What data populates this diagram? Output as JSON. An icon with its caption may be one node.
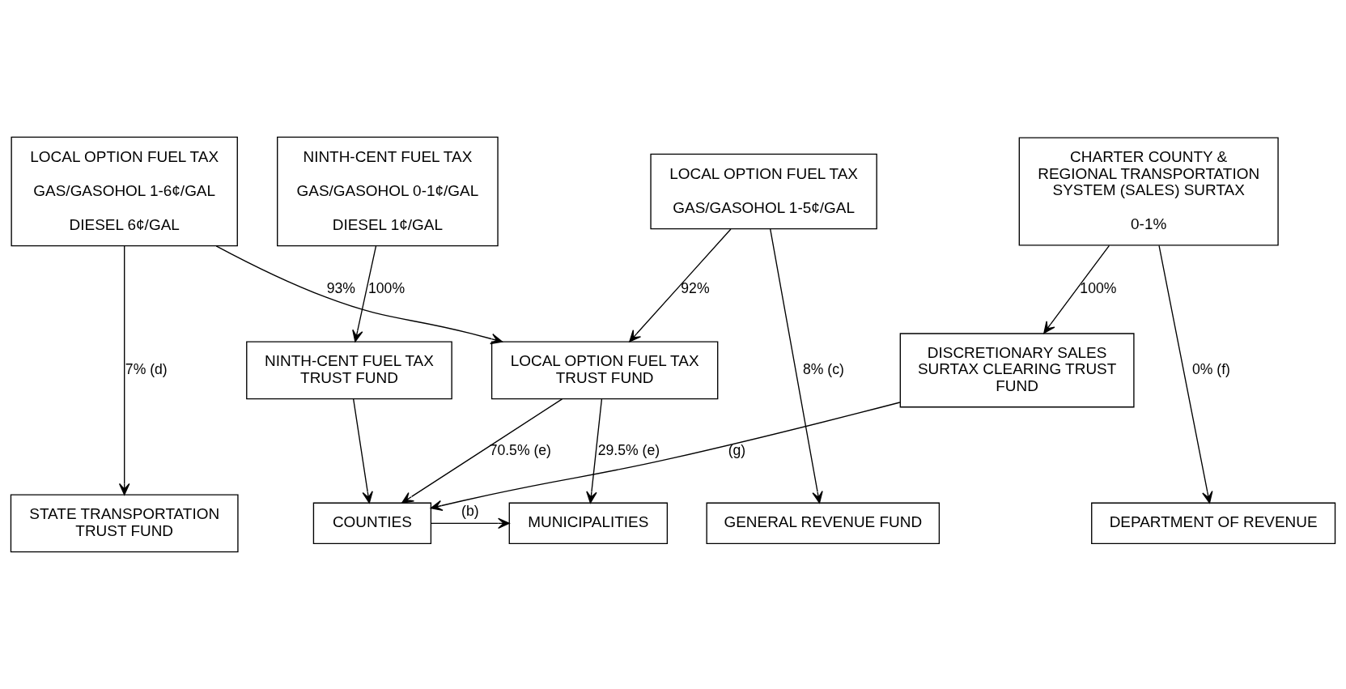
{
  "diagram": {
    "nodes": [
      {
        "text": [
          "NINTH-CENT FUEL TAX",
          "GAS/GASOHOL 0-1¢/GAL",
          "DIESEL 1¢/GAL"
        ]
      },
      {
        "text": [
          "LOCAL OPTION FUEL TAX",
          "GAS/GASOHOL 1-6¢/GAL",
          "DIESEL 6¢/GAL"
        ]
      },
      {
        "text": [
          "LOCAL OPTION FUEL TAX",
          "GAS/GASOHOL 1-5¢/GAL"
        ]
      },
      {
        "text": [
          "CHARTER COUNTY & REGIONAL TRANSPORTATION SYSTEM (SALES) SURTAX",
          "0-1%"
        ]
      },
      {
        "text": [
          "NINTH-CENT FUEL TAX TRUST FUND"
        ]
      },
      {
        "text": [
          "LOCAL OPTION FUEL TAX TRUST FUND"
        ]
      },
      {
        "text": [
          "DISCRETIONARY SALES SURTAX CLEARING TRUST FUND"
        ]
      },
      {
        "text": [
          "COUNTIES"
        ]
      },
      {
        "text": [
          "MUNICIPALITIES"
        ]
      },
      {
        "text": [
          "STATE TRANSPORTATION TRUST FUND"
        ]
      },
      {
        "text": [
          "GENERAL REVENUE FUND"
        ]
      },
      {
        "text": [
          "DEPARTMENT OF REVENUE"
        ]
      }
    ],
    "edges": [
      {
        "from": 0,
        "to": 4,
        "arrow": "to",
        "label": "100%"
      },
      {
        "from": 1,
        "to": 5,
        "arrow": "to",
        "label": "93%"
      },
      {
        "from": 1,
        "to": 9,
        "arrow": "to",
        "label": "7% (d)"
      },
      {
        "from": 2,
        "to": 5,
        "arrow": "to",
        "label": "92%"
      },
      {
        "from": 2,
        "to": 10,
        "arrow": "to",
        "label": "8% (c)"
      },
      {
        "from": 3,
        "to": 6,
        "arrow": "to",
        "label": "100%"
      },
      {
        "from": 3,
        "to": 11,
        "arrow": "to",
        "label": "0% (f)"
      },
      {
        "from": 4,
        "to": 7,
        "arrow": "to"
      },
      {
        "from": 5,
        "to": 8,
        "arrow": "to",
        "label": "29.5% (e)"
      },
      {
        "from": 5,
        "to": 7,
        "arrow": "to",
        "label": "70.5% (e)"
      },
      {
        "from": 7,
        "to": 8,
        "arrow": "to",
        "label": "(b)"
      },
      {
        "from": 6,
        "to": 7,
        "arrow": "to",
        "label": "(g)"
      }
    ]
  }
}
